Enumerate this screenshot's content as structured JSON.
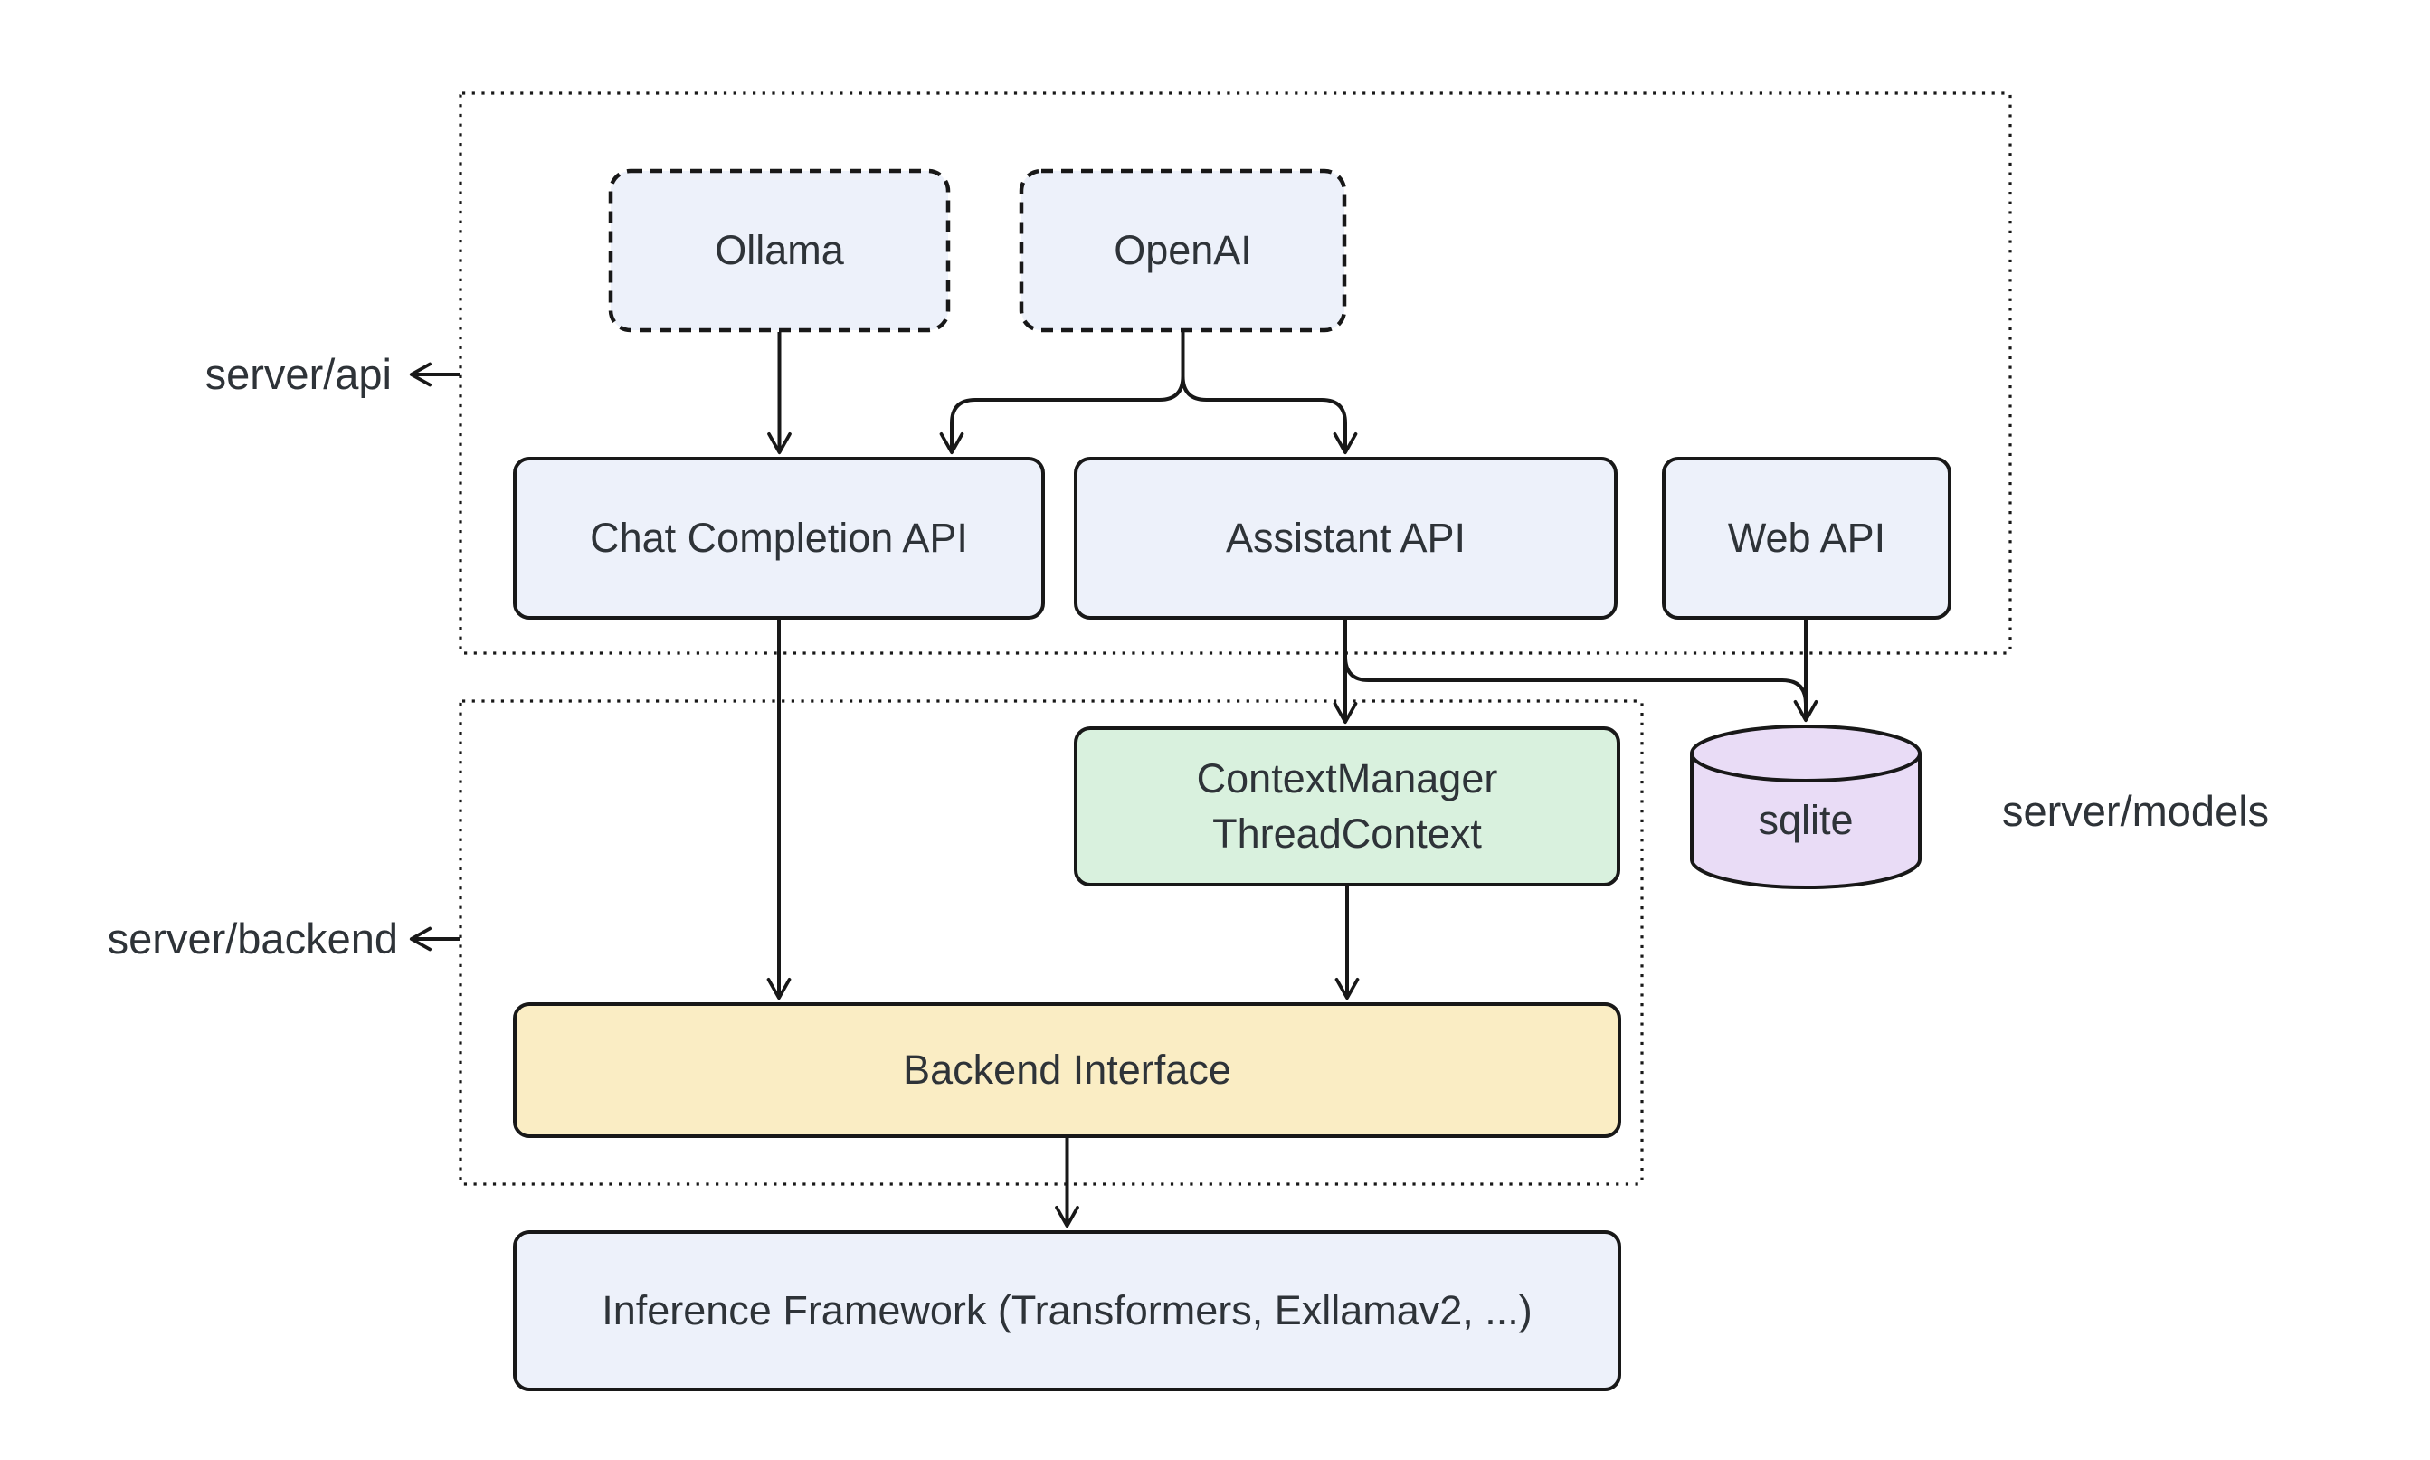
{
  "diagram": {
    "labels": {
      "server_api": "server/api",
      "server_backend": "server/backend",
      "server_models": "server/models"
    },
    "nodes": {
      "ollama": {
        "label": "Ollama",
        "fill": "#edf1fa",
        "shape": "dashed-box"
      },
      "openai": {
        "label": "OpenAI",
        "fill": "#edf1fa",
        "shape": "dashed-box"
      },
      "chat_completion_api": {
        "label": "Chat Completion API",
        "fill": "#edf1fa",
        "shape": "box"
      },
      "assistant_api": {
        "label": "Assistant API",
        "fill": "#edf1fa",
        "shape": "box"
      },
      "web_api": {
        "label": "Web API",
        "fill": "#edf1fa",
        "shape": "box"
      },
      "context_manager": {
        "label": "ContextManager\nThreadContext",
        "fill": "#d9f1de",
        "shape": "box"
      },
      "sqlite": {
        "label": "sqlite",
        "fill": "#e9dcf6",
        "shape": "cylinder"
      },
      "backend_interface": {
        "label": "Backend Interface",
        "fill": "#faedc4",
        "shape": "box"
      },
      "inference_framework": {
        "label": "Inference Framework (Transformers, Exllamav2, ...)",
        "fill": "#edf1fa",
        "shape": "box"
      }
    },
    "edges": [
      {
        "from": "ollama",
        "to": "chat_completion_api"
      },
      {
        "from": "openai",
        "to": "chat_completion_api"
      },
      {
        "from": "openai",
        "to": "assistant_api"
      },
      {
        "from": "chat_completion_api",
        "to": "backend_interface"
      },
      {
        "from": "assistant_api",
        "to": "context_manager"
      },
      {
        "from": "assistant_api",
        "to": "sqlite"
      },
      {
        "from": "web_api",
        "to": "sqlite"
      },
      {
        "from": "context_manager",
        "to": "backend_interface"
      },
      {
        "from": "backend_interface",
        "to": "inference_framework"
      }
    ],
    "colors": {
      "background": "#ffffff",
      "stroke": "#181818",
      "text": "#2e3338",
      "node_blue": "#edf1fa",
      "node_green": "#d9f1de",
      "node_yellow": "#faedc4",
      "node_purple": "#e9dcf6"
    }
  }
}
